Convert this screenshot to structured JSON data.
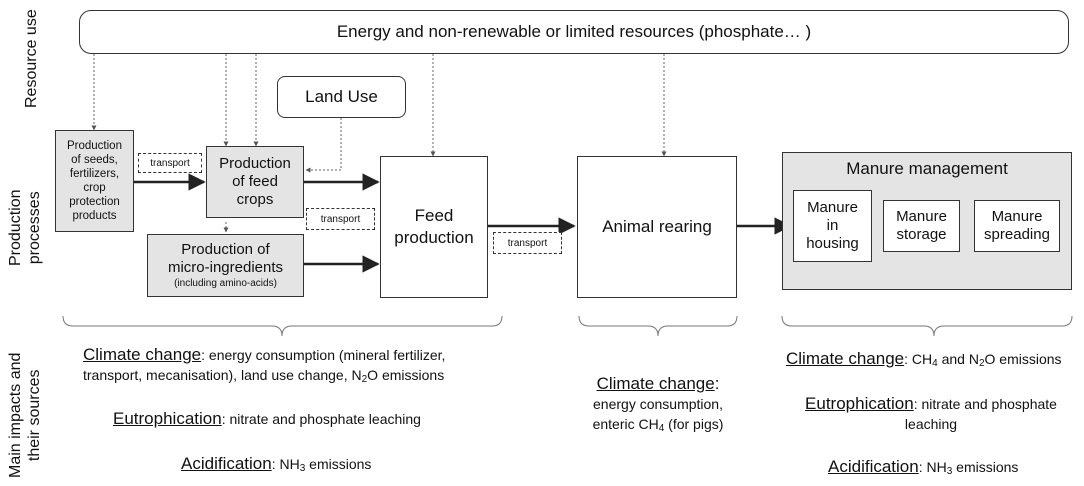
{
  "row_labels": {
    "resource_use": "Resource use",
    "production_l1": "Production",
    "production_l2": "processes",
    "impacts_l1": "Main impacts and",
    "impacts_l2": "their sources"
  },
  "resource_box": "Energy and non-renewable or limited resources (phosphate… )",
  "land_use": "Land  Use",
  "seeds": [
    "Production",
    "of seeds,",
    "fertilizers,",
    "crop",
    "protection",
    "products"
  ],
  "feed_crops": [
    "Production",
    "of feed",
    "crops"
  ],
  "micro": [
    "Production of",
    "micro-ingredients",
    "(including amino-acids)"
  ],
  "feed_production": [
    "Feed",
    "production"
  ],
  "animal_rearing": "Animal rearing",
  "manure": {
    "title": "Manure management",
    "housing": [
      "Manure",
      "in",
      "housing"
    ],
    "storage": [
      "Manure",
      "storage"
    ],
    "spreading": [
      "Manure",
      "spreading"
    ]
  },
  "transport": "transport",
  "impacts": {
    "left": {
      "climate_head": "Climate change",
      "climate_text1": ": energy consumption (mineral fertilizer,",
      "climate_text2": "transport, mecanisation), land use change, N",
      "climate_text2_sub": "2",
      "climate_text2_tail": "O emissions",
      "eutro_head": "Eutrophication",
      "eutro_text": ": nitrate and phosphate leaching",
      "acid_head": "Acidification",
      "acid_text": ": NH",
      "acid_sub": "3",
      "acid_tail": " emissions"
    },
    "middle": {
      "climate_head": "Climate change",
      "colon": ":",
      "line1": "energy consumption,",
      "line2": "enteric CH",
      "line2_sub": "4",
      "line2_tail": " (for pigs)"
    },
    "right": {
      "climate_head": "Climate change",
      "climate_text": ": CH",
      "climate_sub1": "4",
      "climate_mid": " and N",
      "climate_sub2": "2",
      "climate_tail": "O emissions",
      "eutro_head": "Eutrophication",
      "eutro_text1": ": nitrate and phosphate",
      "eutro_text2": "leaching",
      "acid_head": "Acidification",
      "acid_text": ": NH",
      "acid_sub": "3",
      "acid_tail": " emissions"
    }
  }
}
